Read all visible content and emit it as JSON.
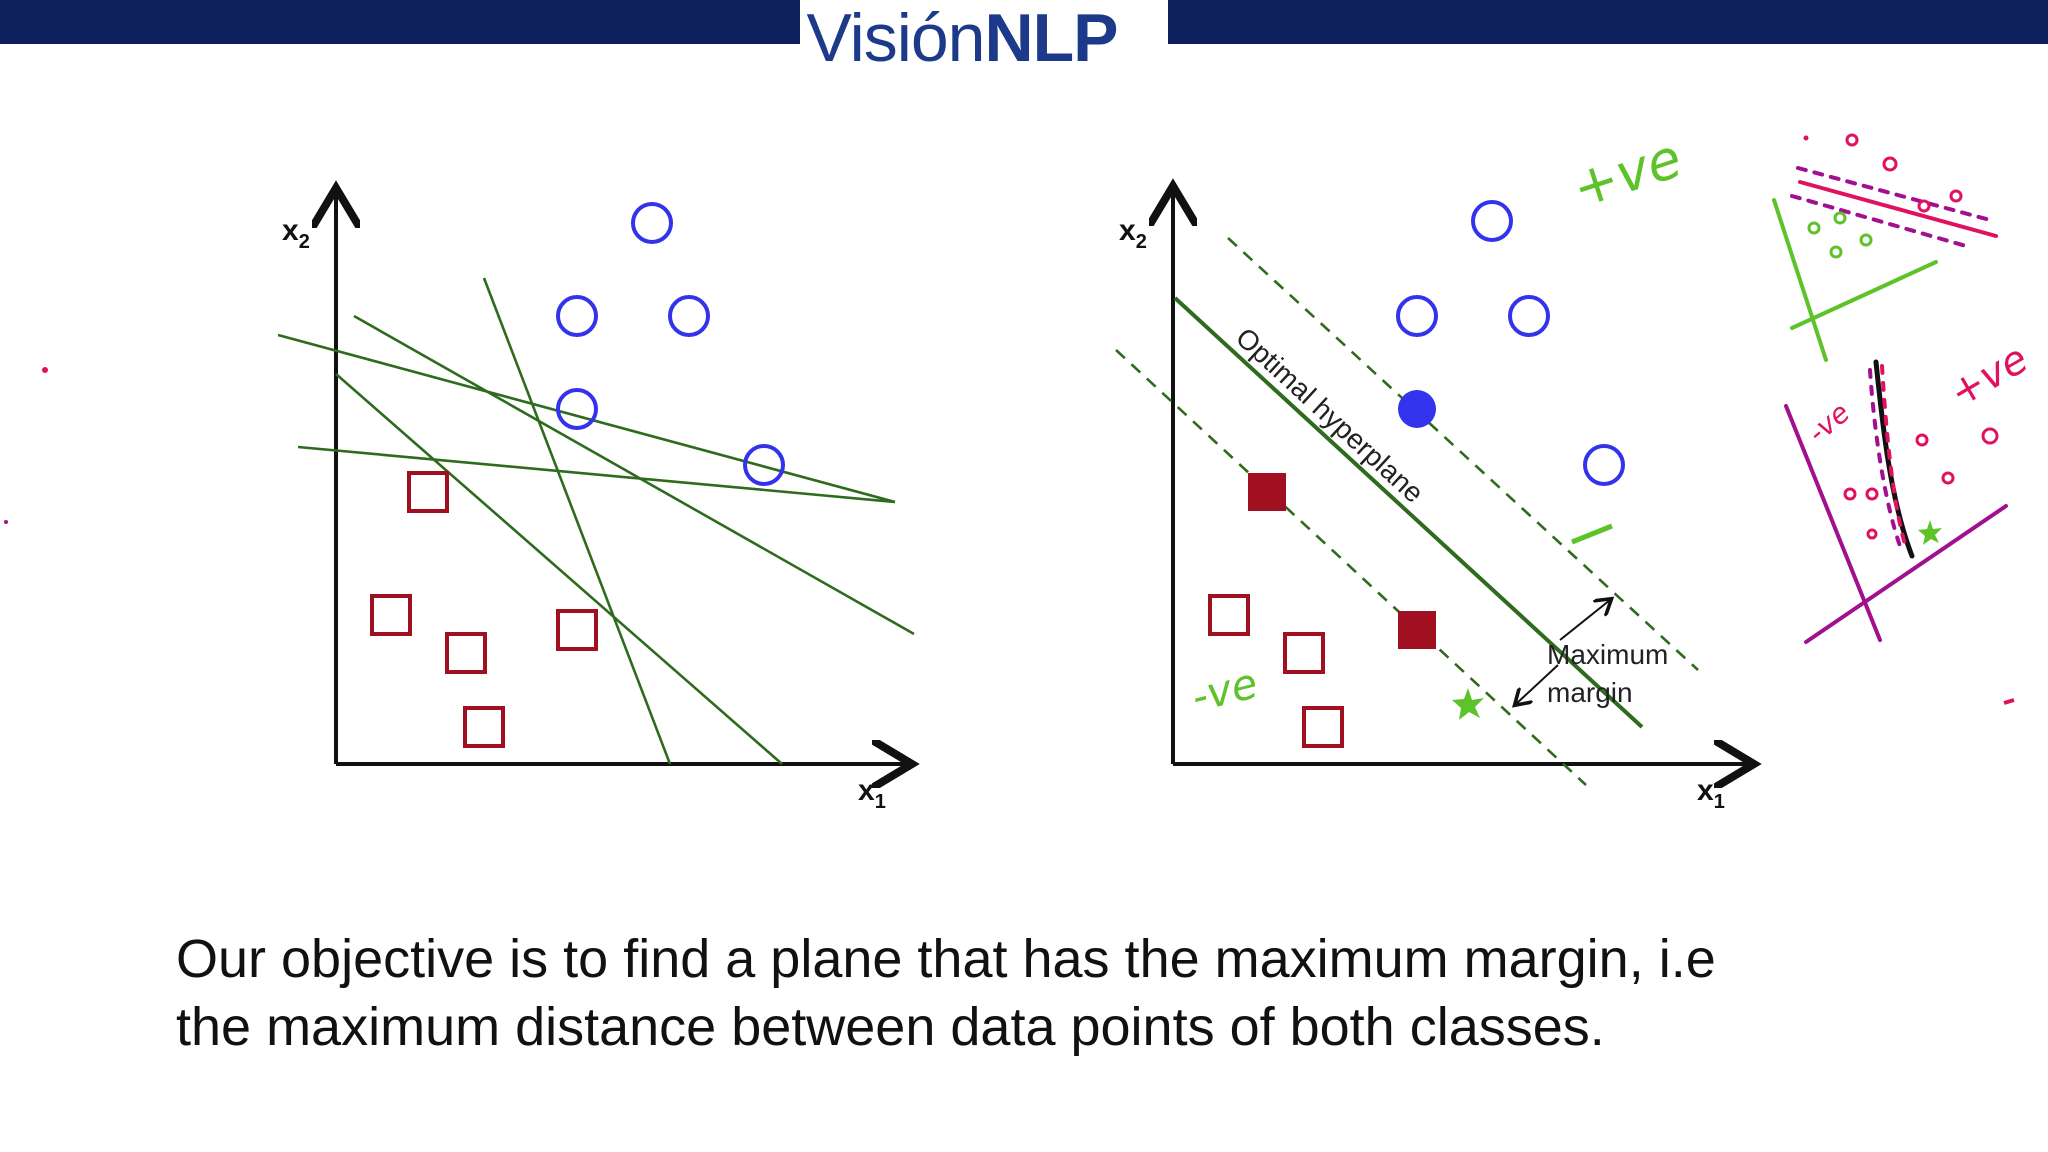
{
  "header": {
    "logo_light": "Visión",
    "logo_bold": "NLP",
    "bar_color": "#0d1f5c",
    "logo_color": "#1d3a8a"
  },
  "left_plot": {
    "x_axis_label": "x",
    "x_axis_sub": "1",
    "y_axis_label": "x",
    "y_axis_sub": "2"
  },
  "right_plot": {
    "x_axis_label": "x",
    "x_axis_sub": "1",
    "y_axis_label": "x",
    "y_axis_sub": "2",
    "hyperplane_label": "Optimal hyperplane",
    "margin_label_line1": "Maximum",
    "margin_label_line2": "margin"
  },
  "handwriting": {
    "pos_label_1": "+ve",
    "neg_label": "-ve",
    "pos_label_2": "+ve",
    "neg_label_small": "-ve",
    "green_color": "#5ec32a",
    "pink_color": "#e0115f",
    "purple_color": "#a0108f"
  },
  "colors": {
    "circle": "#3333ee",
    "square": "#a01020",
    "line": "#2f6b1e"
  },
  "caption": {
    "line1": "Our objective is to find a plane that has the maximum margin, i.e",
    "line2": "the maximum distance between data points of both classes."
  }
}
